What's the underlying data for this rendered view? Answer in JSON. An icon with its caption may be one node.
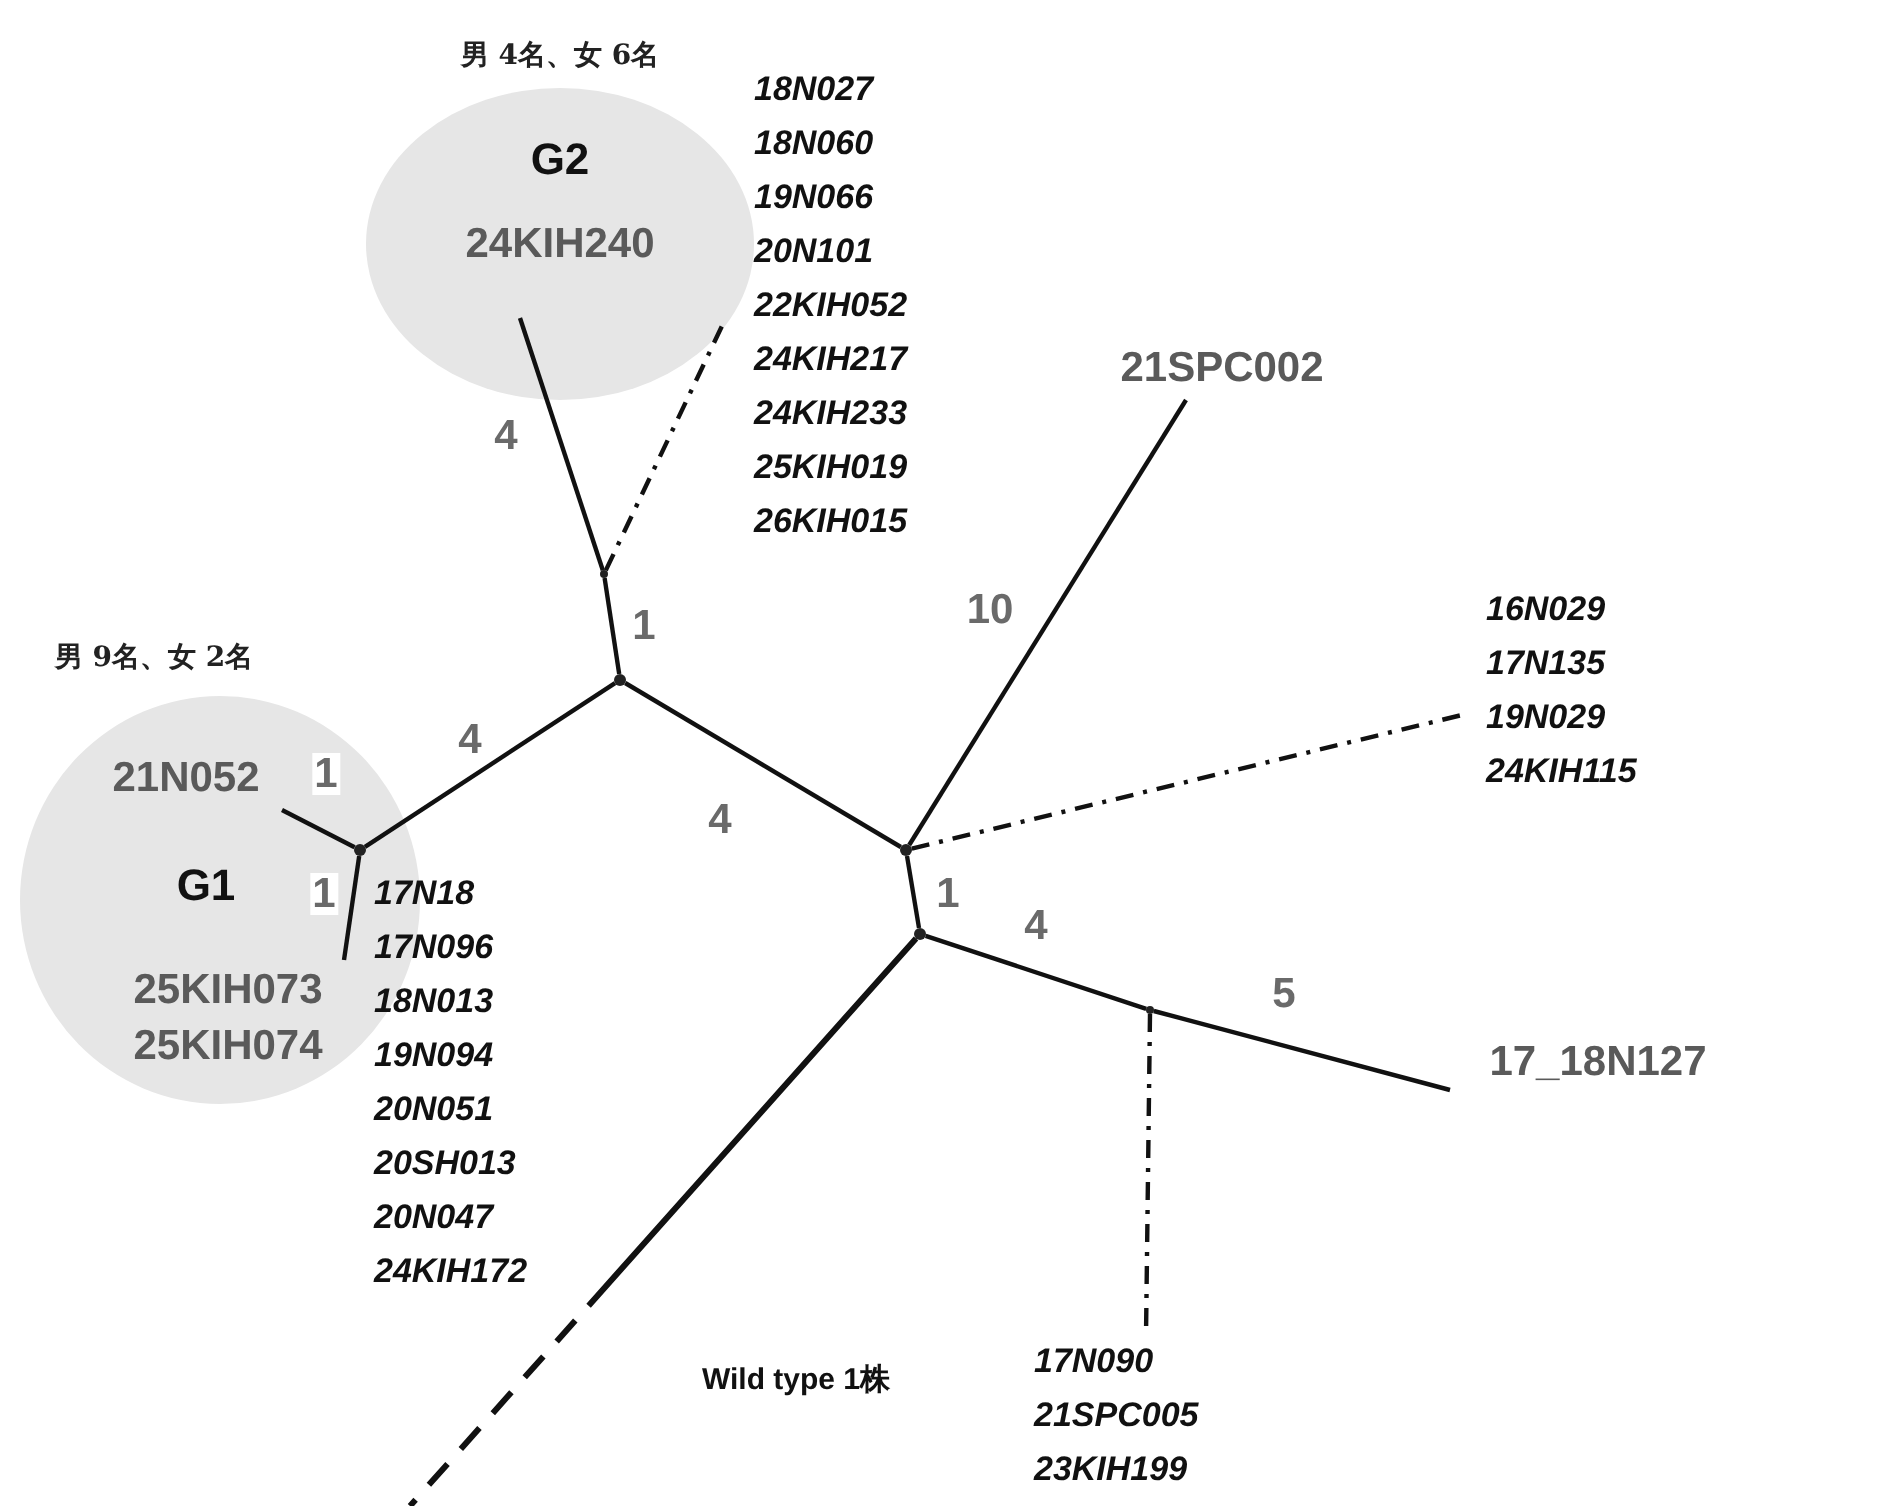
{
  "diagram": {
    "nodes": [
      {
        "text": [
          "男 4名、女 6名",
          "G2",
          "24KIH240"
        ]
      },
      {
        "text": [
          "18N027",
          "18N060",
          "19N066",
          "20N101",
          "22KIH052",
          "24KIH217",
          "24KIH233",
          "25KIH019",
          "26KIH015"
        ]
      },
      {
        "text": [
          "男 9名、女 2名",
          "G1"
        ]
      },
      {
        "text": [
          "21N052"
        ],
        "in": 2
      },
      {
        "text": [
          "25KIH073",
          "25KIH074"
        ],
        "in": 2
      },
      {
        "text": [],
        "shape": "circle",
        "in": 2,
        "beside": [
          "17N18",
          "17N096",
          "18N013",
          "19N094",
          "20N051",
          "20SH013",
          "20N047",
          "24KIH172"
        ]
      },
      {
        "text": [],
        "shape": "circle"
      },
      {
        "text": [],
        "shape": "circle"
      },
      {
        "text": [
          "21SPC002"
        ]
      },
      {
        "text": [
          "16N029",
          "17N135",
          "19N029",
          "24KIH115"
        ]
      },
      {
        "text": [],
        "shape": "circle"
      },
      {
        "text": [],
        "shape": "circle"
      },
      {
        "text": [],
        "shape": "circle"
      },
      {
        "text": [
          "17_18N127"
        ]
      },
      {
        "text": [
          "17N090",
          "21SPC005",
          "23KIH199"
        ]
      }
    ],
    "edges": [
      {
        "from": 5,
        "to": 3,
        "arrow": "none",
        "label": "1"
      },
      {
        "from": 5,
        "to": 4,
        "arrow": "none",
        "label": "1"
      },
      {
        "from": 5,
        "to": 6,
        "arrow": "none",
        "label": "4"
      },
      {
        "from": 6,
        "to": 7,
        "arrow": "none",
        "label": "1"
      },
      {
        "from": 7,
        "to": 0,
        "arrow": "none",
        "label": "4"
      },
      {
        "from": 7,
        "to": 1,
        "arrow": "none",
        "style": "dashed"
      },
      {
        "from": 6,
        "to": 10,
        "arrow": "none",
        "label": "4"
      },
      {
        "from": 10,
        "to": 8,
        "arrow": "none",
        "label": "10"
      },
      {
        "from": 10,
        "to": 9,
        "arrow": "none",
        "style": "dashed"
      },
      {
        "from": 10,
        "to": 11,
        "arrow": "none",
        "label": "1"
      },
      {
        "from": 11,
        "to": 12,
        "arrow": "none",
        "label": "4"
      },
      {
        "from": 12,
        "to": 13,
        "arrow": "none",
        "label": "5"
      },
      {
        "from": 12,
        "to": 14,
        "arrow": "none",
        "style": "dashed"
      },
      {
        "from": 11,
        "to": null,
        "arrow": "none",
        "style": "dashed"
      }
    ],
    "labels": [
      "Wild type 1株"
    ]
  }
}
